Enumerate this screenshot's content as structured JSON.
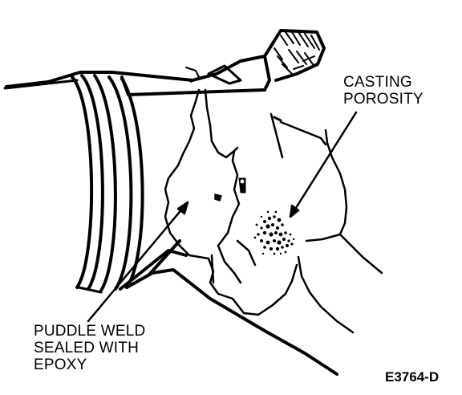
{
  "callouts": {
    "casting_porosity": [
      "CASTING",
      "POROSITY"
    ],
    "puddle_weld": [
      "PUDDLE WELD",
      "SEALED WITH",
      "EPOXY"
    ]
  },
  "figure_id": "E3764-D",
  "colors": {
    "ink": "#000000",
    "paper": "#ffffff"
  }
}
